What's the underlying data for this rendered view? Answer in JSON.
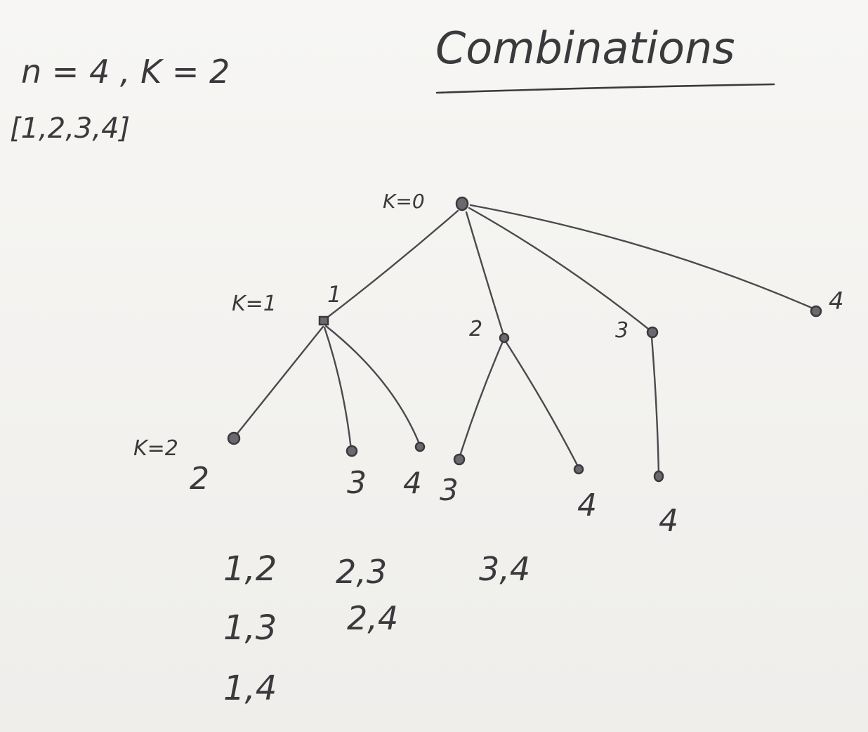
{
  "title": "Combinations",
  "header": {
    "params": "n = 4 , K = 2",
    "input_array": "[1,2,3,4]"
  },
  "tree": {
    "level_labels": {
      "k0": "K=0",
      "k1": "K=1",
      "k2": "K=2"
    },
    "root": {
      "id": "root"
    },
    "level1": [
      {
        "id": "n1",
        "label": "1"
      },
      {
        "id": "n2",
        "label": "2"
      },
      {
        "id": "n3",
        "label": "3"
      },
      {
        "id": "n4",
        "label": "4"
      }
    ],
    "level2": [
      {
        "id": "n1_2",
        "parent": "n1",
        "label": "2"
      },
      {
        "id": "n1_3",
        "parent": "n1",
        "label": "3"
      },
      {
        "id": "n1_4",
        "parent": "n1",
        "label": "4"
      },
      {
        "id": "n2_3",
        "parent": "n2",
        "label": "3"
      },
      {
        "id": "n2_4",
        "parent": "n2",
        "label": "4"
      },
      {
        "id": "n3_4",
        "parent": "n3",
        "label": "4"
      }
    ]
  },
  "results": {
    "col1": [
      "1,2",
      "1,3",
      "1,4"
    ],
    "col2": [
      "2,3",
      "2,4"
    ],
    "col3": [
      "3,4"
    ]
  },
  "colors": {
    "paper": "#f4f3f1",
    "ink": "#3a3a3d"
  }
}
